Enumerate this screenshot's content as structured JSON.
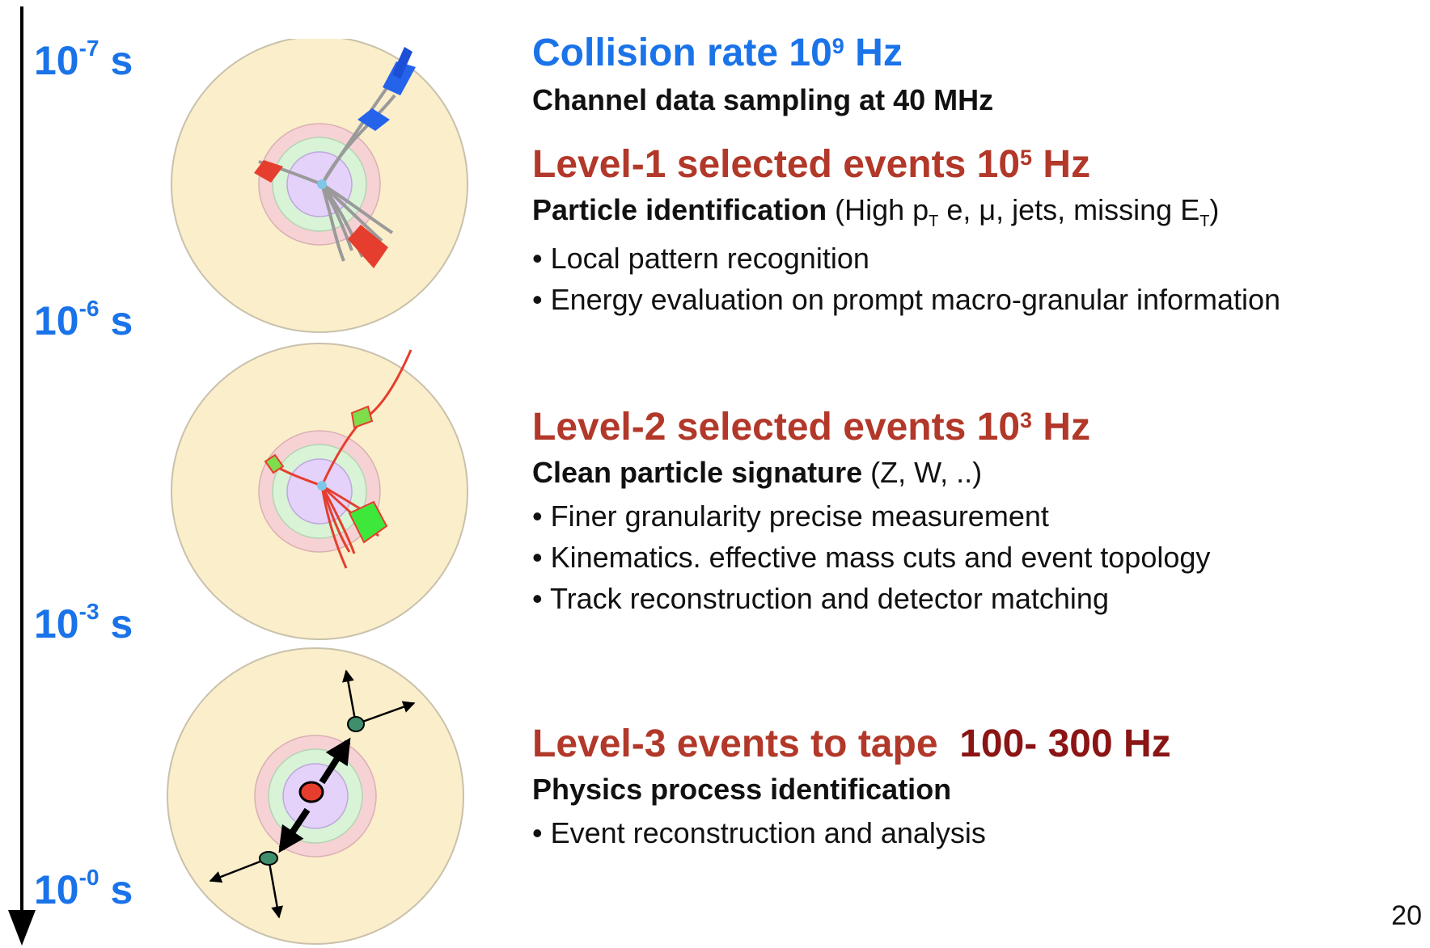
{
  "time_labels": [
    {
      "base": "10",
      "exp": "-7",
      "unit": "s"
    },
    {
      "base": "10",
      "exp": "-6",
      "unit": "s"
    },
    {
      "base": "10",
      "exp": "-3",
      "unit": "s"
    },
    {
      "base": "10",
      "exp": "-0",
      "unit": "s"
    }
  ],
  "stage0": {
    "title": "Collision rate 10",
    "exp": "9",
    "title_unit": " Hz",
    "subtitle": "Channel data sampling at 40 MHz"
  },
  "level1": {
    "title": "Level-1 selected events 10",
    "exp": "5",
    "title_unit": " Hz",
    "heading": "Particle identification",
    "paren_a": " (High p",
    "sub_t1": "T",
    "paren_b": " e, μ, jets,  missing E",
    "sub_t2": "T",
    "paren_c": ")",
    "bullets": [
      "Local pattern recognition",
      "Energy evaluation on prompt macro-granular information"
    ]
  },
  "level2": {
    "title": "Level-2 selected events 10",
    "exp": "3",
    "title_unit": " Hz",
    "heading": "Clean particle signature",
    "paren": " (Z, W, ..)",
    "bullets": [
      "Finer granularity precise measurement",
      "Kinematics. effective mass cuts and event topology",
      "Track reconstruction and detector matching"
    ]
  },
  "level3": {
    "title": "Level-3 events to tape",
    "rate": "100- 300 Hz",
    "heading": "Physics process identification",
    "bullets": [
      "Event reconstruction and analysis"
    ]
  },
  "page_number": "20",
  "colors": {
    "blue": "#1a73e8",
    "red_title": "#b2382a",
    "dark_red": "#8b1414",
    "detector_outer": "#fbeecb",
    "detector_pink": "#f7d2d4",
    "detector_green": "#d8f3d6",
    "detector_purple": "#e4d2fa"
  }
}
